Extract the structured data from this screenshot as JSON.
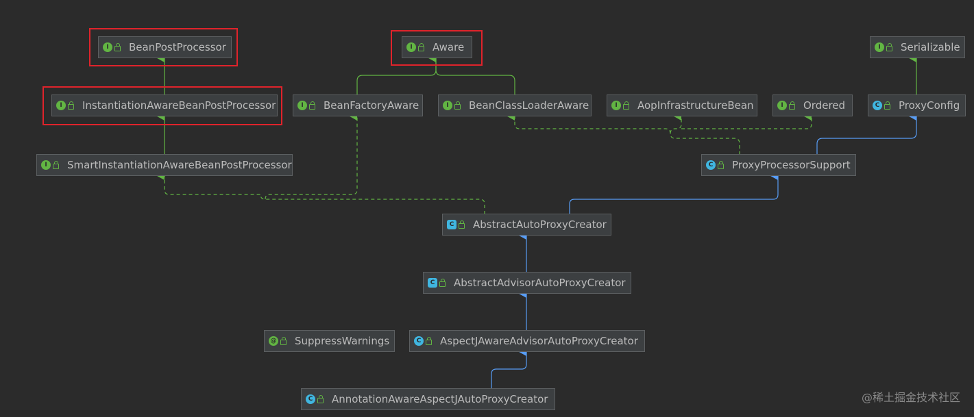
{
  "nodes": {
    "bean_post_processor": {
      "label": "BeanPostProcessor",
      "kind": "interface"
    },
    "aware": {
      "label": "Aware",
      "kind": "interface"
    },
    "serializable": {
      "label": "Serializable",
      "kind": "interface"
    },
    "instantiation_aware": {
      "label": "InstantiationAwareBeanPostProcessor",
      "kind": "interface"
    },
    "bean_factory_aware": {
      "label": "BeanFactoryAware",
      "kind": "interface"
    },
    "bean_class_loader_aware": {
      "label": "BeanClassLoaderAware",
      "kind": "interface"
    },
    "aop_infrastructure_bean": {
      "label": "AopInfrastructureBean",
      "kind": "interface"
    },
    "ordered": {
      "label": "Ordered",
      "kind": "interface"
    },
    "proxy_config": {
      "label": "ProxyConfig",
      "kind": "class"
    },
    "smart_instantiation_aware": {
      "label": "SmartInstantiationAwareBeanPostProcessor",
      "kind": "interface"
    },
    "proxy_processor_support": {
      "label": "ProxyProcessorSupport",
      "kind": "class"
    },
    "abstract_auto_proxy_creator": {
      "label": "AbstractAutoProxyCreator",
      "kind": "abstract-class"
    },
    "abstract_advisor_auto_proxy_creator": {
      "label": "AbstractAdvisorAutoProxyCreator",
      "kind": "abstract-class"
    },
    "suppress_warnings": {
      "label": "SuppressWarnings",
      "kind": "annotation"
    },
    "aspectj_aware_advisor_auto_proxy_creator": {
      "label": "AspectJAwareAdvisorAutoProxyCreator",
      "kind": "class"
    },
    "annotation_aware_aspectj_auto_proxy_creator": {
      "label": "AnnotationAwareAspectJAutoProxyCreator",
      "kind": "class"
    }
  },
  "highlighted": [
    "bean_post_processor",
    "aware",
    "instantiation_aware"
  ],
  "colors": {
    "background": "#2b2b2b",
    "extends_edge": "#62b543",
    "implements_edge": "#62b543",
    "class_extends_edge": "#589df6",
    "highlight": "#e0232b"
  },
  "watermark": "@稀土掘金技术社区"
}
